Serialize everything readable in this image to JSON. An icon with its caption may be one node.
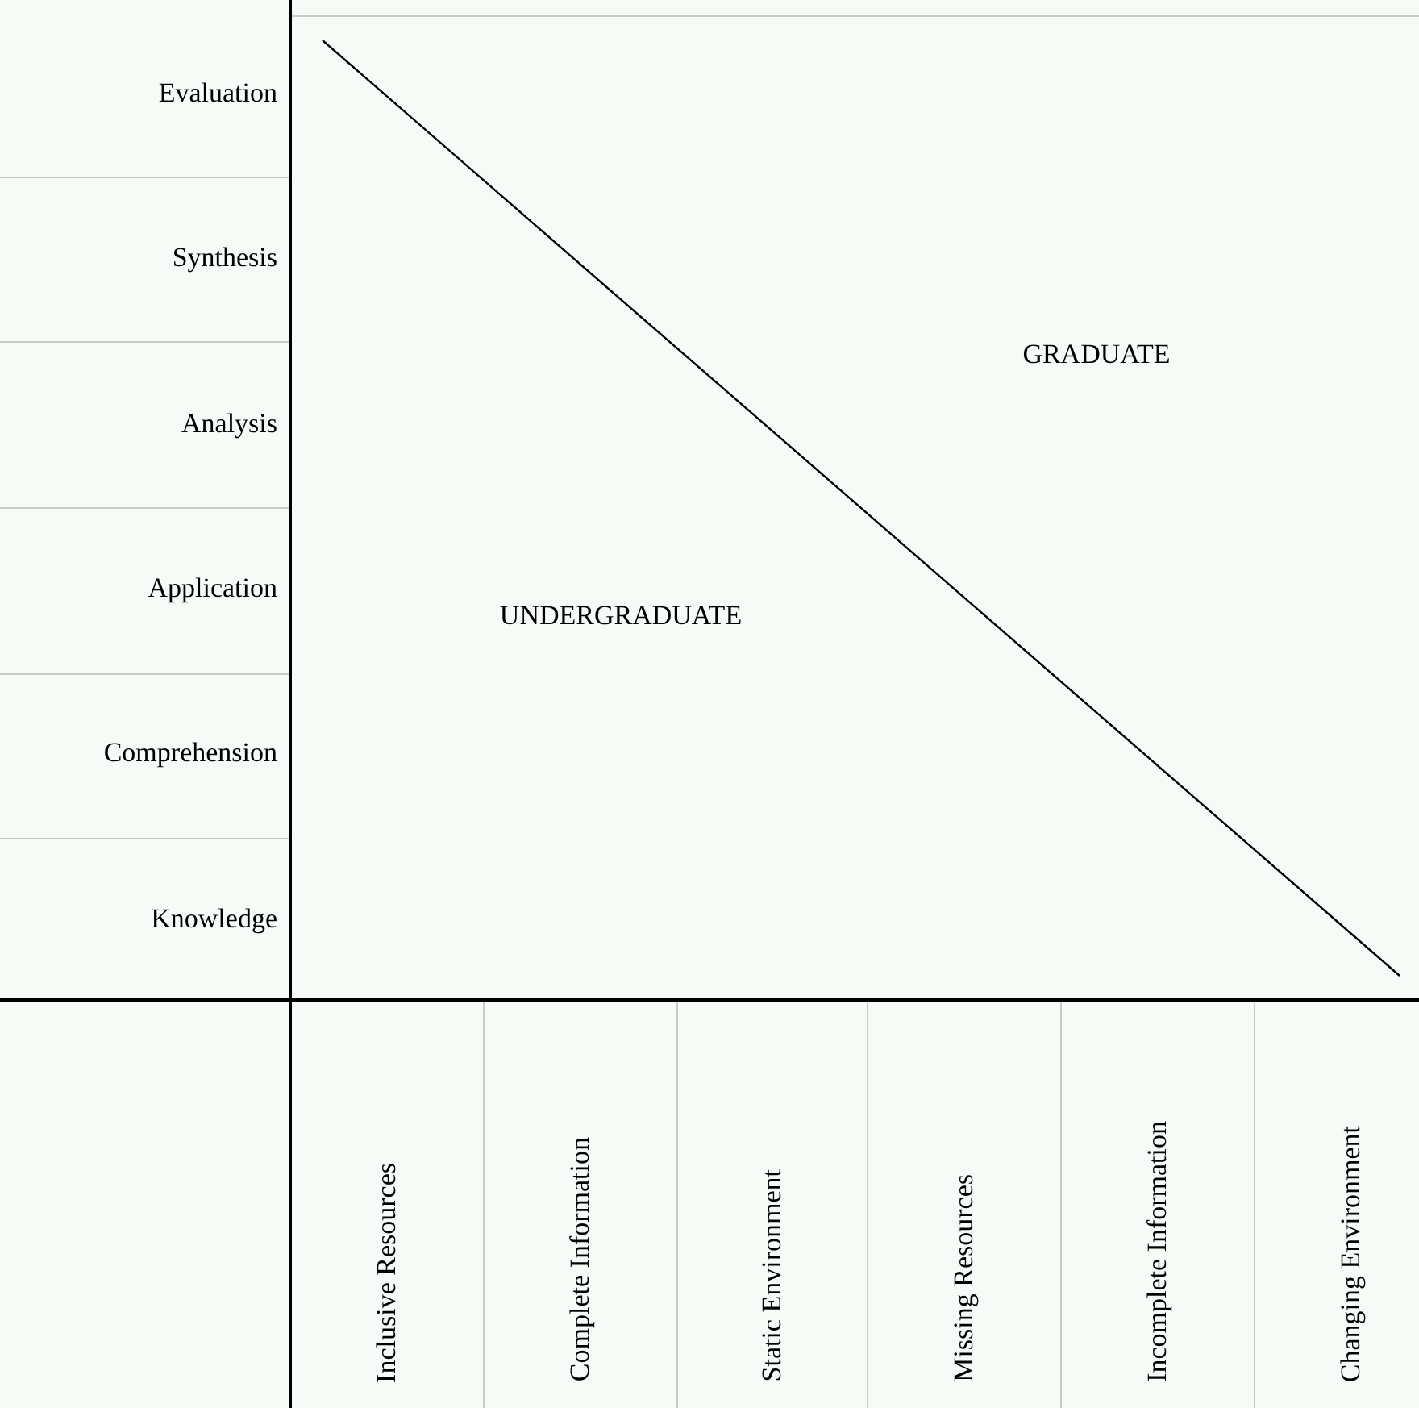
{
  "diagram": {
    "labels": [
      "Evaluation",
      "Synthesis",
      "GRADUATE",
      "Analysis",
      "Application",
      "UNDERGRADUATE",
      "Comprehension",
      "Knowledge",
      "Inclusive Resources",
      "Complete Information",
      "Static Environment",
      "Missing Resources",
      "Incomplete Information",
      "Changing Environment"
    ]
  }
}
